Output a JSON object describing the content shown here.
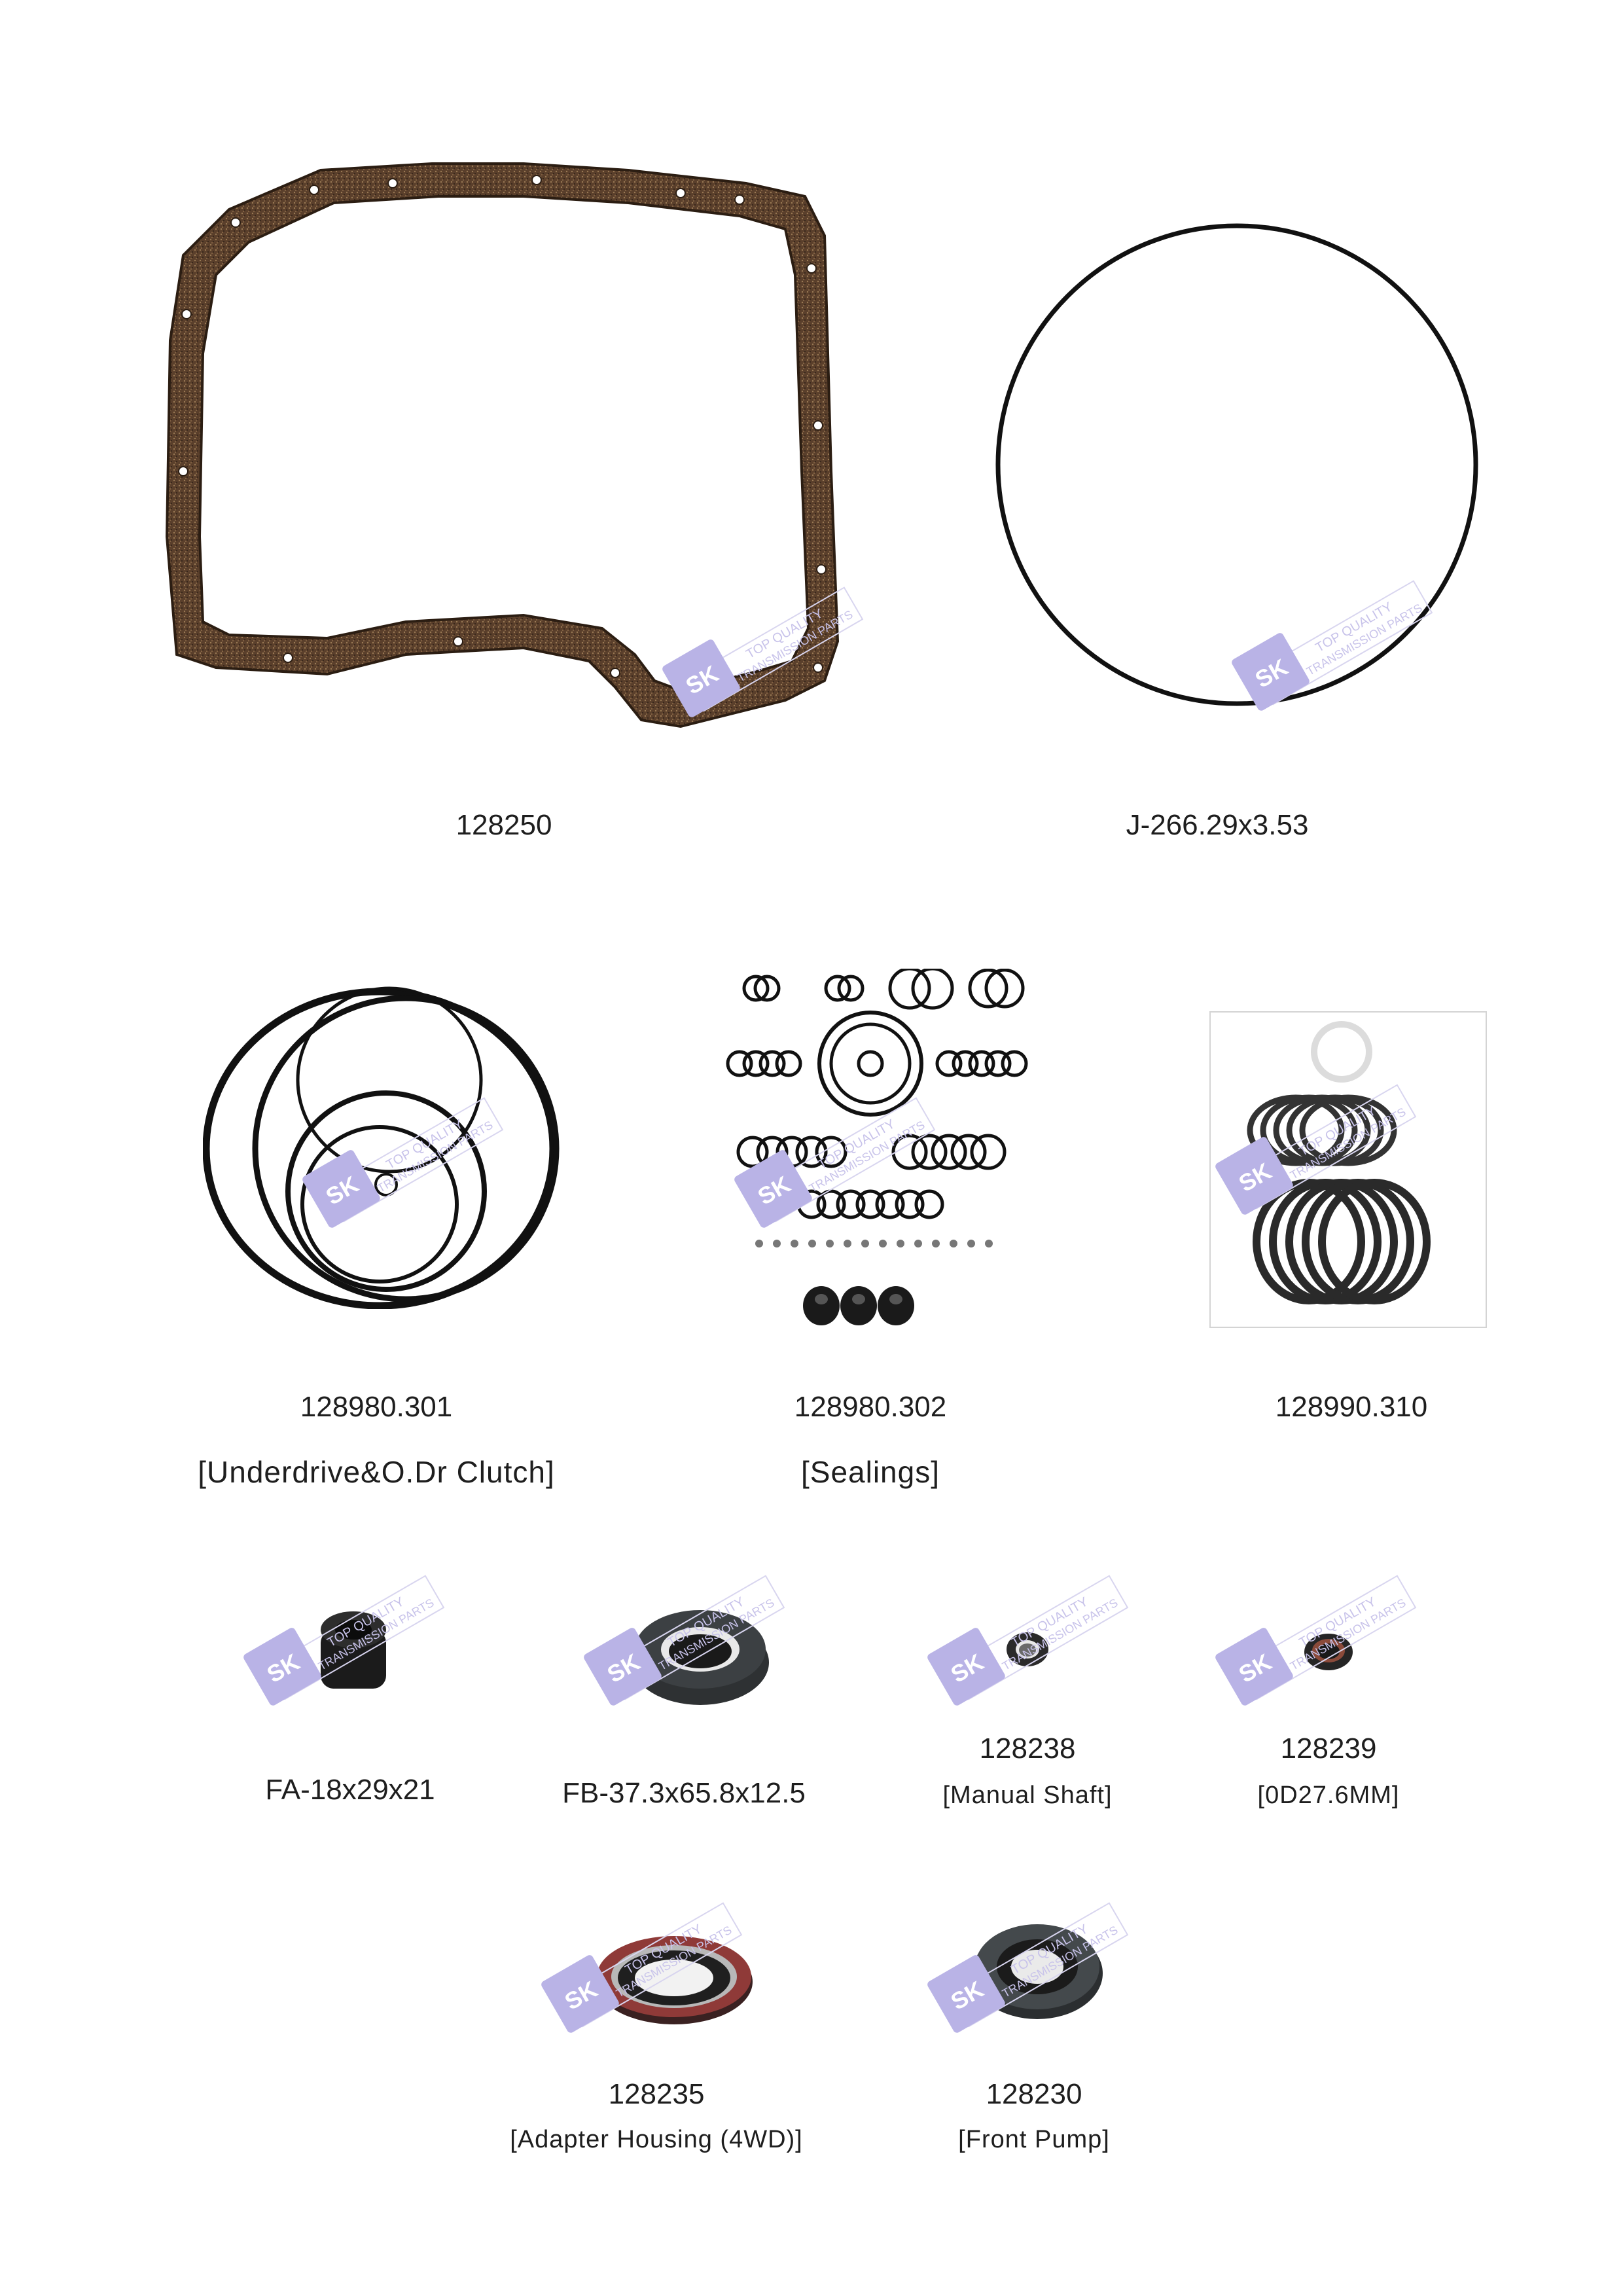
{
  "watermark": {
    "logo": "SK",
    "line1": "TOP QUALITY",
    "line2": "TRANSMISSION PARTS",
    "color": "#b9b3e6"
  },
  "row1": {
    "pan_gasket": {
      "code": "128250"
    },
    "oring": {
      "code": "J-266.29x3.53"
    }
  },
  "row2": {
    "clutch_kit": {
      "code": "128980.301",
      "desc": "[Underdrive&O.Dr Clutch]"
    },
    "sealings": {
      "code": "128980.302",
      "desc": "[Sealings]"
    },
    "rings": {
      "code": "128990.310"
    }
  },
  "row3": {
    "fa": {
      "code": "FA-18x29x21"
    },
    "fb": {
      "code": "FB-37.3x65.8x12.5"
    },
    "manual_shaft": {
      "code": "128238",
      "desc": "[Manual Shaft]"
    },
    "od": {
      "code": "128239",
      "desc": "[0D27.6MM]"
    }
  },
  "row4": {
    "adapter": {
      "code": "128235",
      "desc": "[Adapter Housing (4WD)]"
    },
    "front_pump": {
      "code": "128230",
      "desc": "[Front Pump]"
    }
  }
}
